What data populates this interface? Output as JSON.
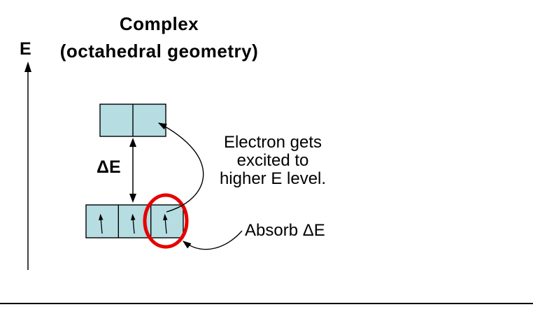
{
  "title": {
    "line1": "Complex",
    "line2": "(octahedral geometry)"
  },
  "energy_axis": {
    "label": "E"
  },
  "gap_label": {
    "delta": "Δ",
    "e": "E"
  },
  "annotations": {
    "excitation_line1": "Electron gets",
    "excitation_line2": "excited to",
    "excitation_line3": "higher E level.",
    "absorb": "Absorb ΔE"
  },
  "colors": {
    "orbital_fill": "#b6dde2",
    "orbital_border": "#000000",
    "highlight": "#e60000",
    "ink": "#000000",
    "background": "#ffffff"
  },
  "diagram": {
    "upper_level_orbitals": 2,
    "lower_level_orbitals": 3,
    "lower_level_electrons": 3,
    "upper_level_electrons": 0
  }
}
